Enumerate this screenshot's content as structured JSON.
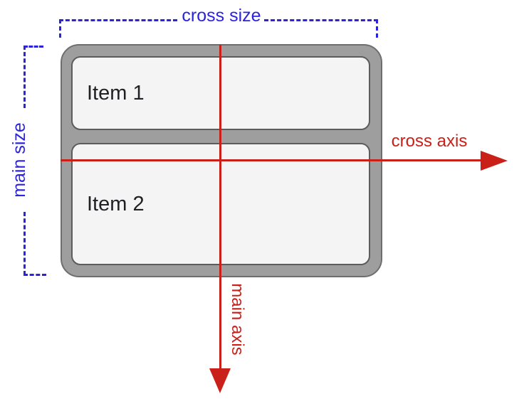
{
  "labels": {
    "cross_size": "cross size",
    "main_size": "main size",
    "cross_axis": "cross axis",
    "main_axis": "main axis"
  },
  "container": {
    "items": [
      {
        "label": "Item 1"
      },
      {
        "label": "Item 2"
      }
    ]
  },
  "colors": {
    "measure-blue": "#2b24db",
    "axis-red": "#c9211a",
    "container-bg": "#9e9e9e",
    "container-border": "#6e6e6e",
    "item-bg": "#f4f4f4",
    "item-border": "#5c5c5c",
    "item-text": "#202124"
  }
}
